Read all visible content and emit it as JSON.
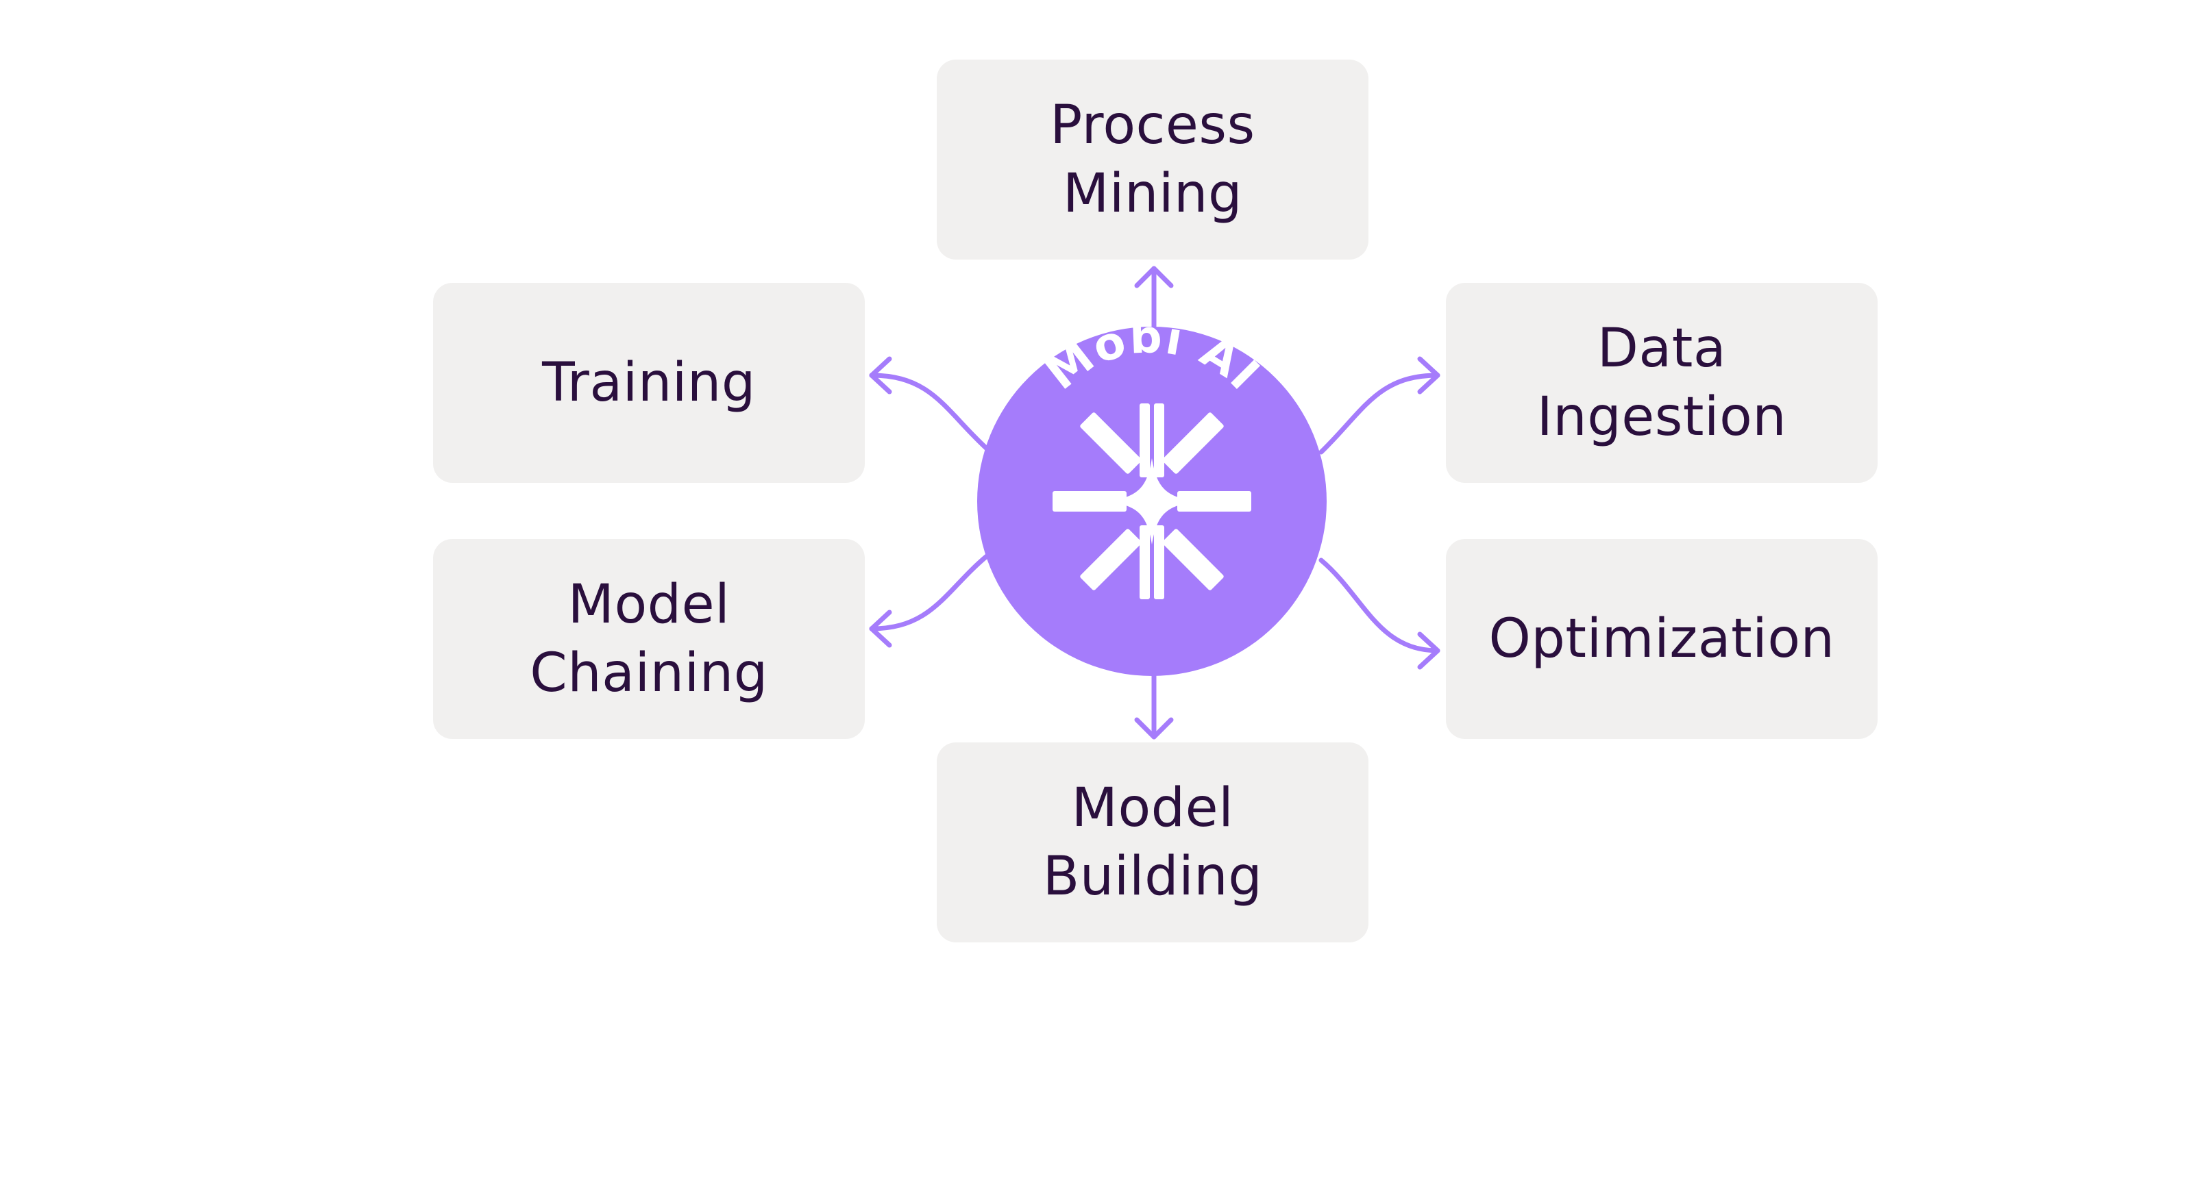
{
  "hub": {
    "title": "Mobi AI",
    "logo_icon": "mobi-ai-starburst-icon",
    "color": "#a57cfb",
    "logo_color": "#ffffff"
  },
  "nodes": [
    {
      "id": "process-mining",
      "label": "Process\nMining"
    },
    {
      "id": "training",
      "label": "Training"
    },
    {
      "id": "data-ingestion",
      "label": "Data\nIngestion"
    },
    {
      "id": "model-chaining",
      "label": "Model\nChaining"
    },
    {
      "id": "optimization",
      "label": "Optimization"
    },
    {
      "id": "model-building",
      "label": "Model\nBuilding"
    }
  ],
  "colors": {
    "box_background": "#f1f0ef",
    "text": "#2a0f3d",
    "arrow": "#a57cfb"
  }
}
